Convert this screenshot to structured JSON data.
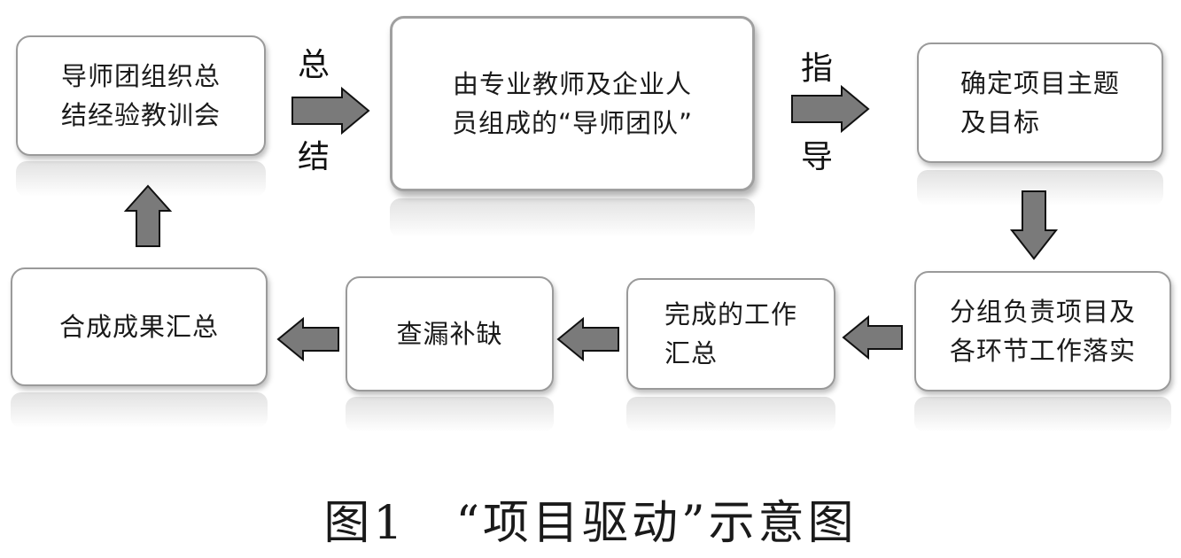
{
  "boxes": {
    "mentor_summary": "导师团组织总\n结经验教训会",
    "mentor_team": "由专业教师及企业人\n员组成的“导师团队”",
    "determine_topic": "确定项目主题\n及目标",
    "group_tasks": "分组负责项目及\n各环节工作落实",
    "work_summary": "完成的工作\n汇总",
    "check_gaps": "查漏补缺",
    "merge_results": "合成成果汇总"
  },
  "arrow_labels": {
    "summarize_top": "总",
    "summarize_bottom": "结",
    "guide_top": "指",
    "guide_bottom": "导"
  },
  "caption": "图1　“项目驱动”示意图",
  "colors": {
    "arrow_fill": "#7a7a7a",
    "arrow_stroke": "#111111",
    "box_border": "#9a9a9a"
  }
}
